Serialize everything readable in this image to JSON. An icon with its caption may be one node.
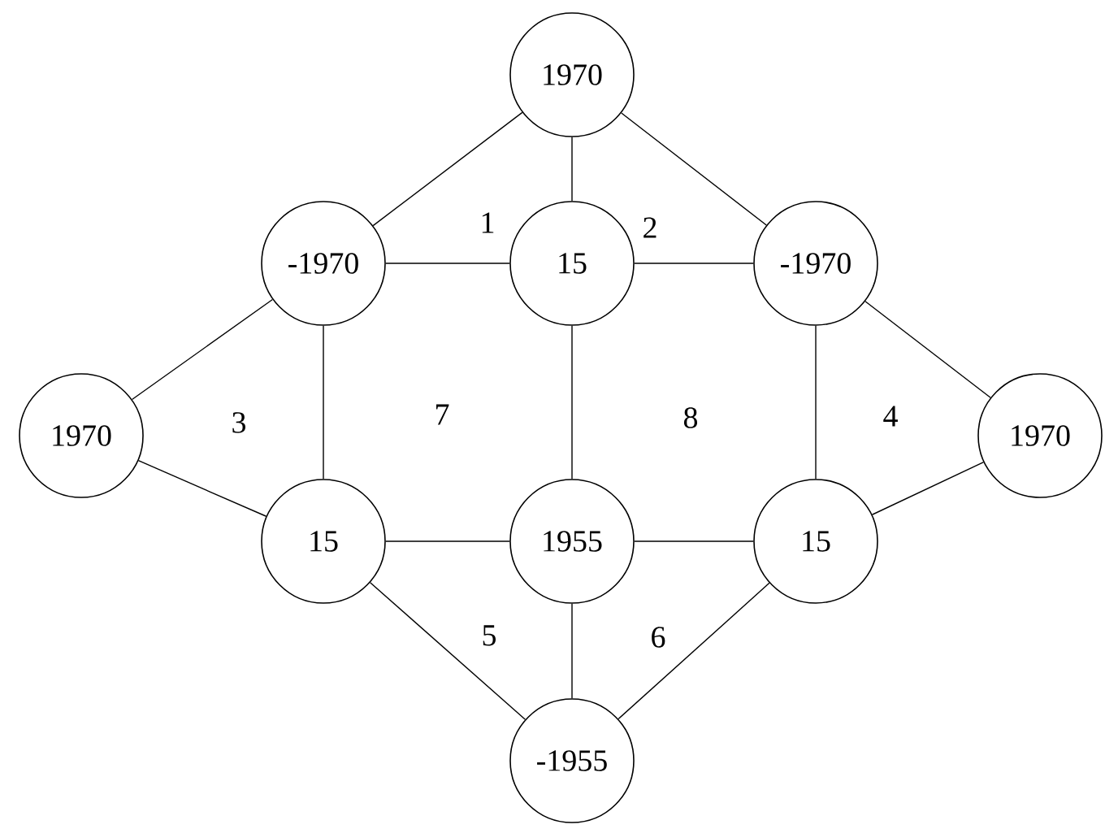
{
  "diagram": {
    "nodes": [
      {
        "text": [
          "1970"
        ]
      },
      {
        "text": [
          "-1970"
        ]
      },
      {
        "text": [
          "15"
        ]
      },
      {
        "text": [
          "-1970"
        ]
      },
      {
        "text": [
          "1970"
        ]
      },
      {
        "text": [
          "1970"
        ]
      },
      {
        "text": [
          "15"
        ]
      },
      {
        "text": [
          "1955"
        ]
      },
      {
        "text": [
          "15"
        ]
      },
      {
        "text": [
          "-1955"
        ]
      }
    ],
    "edges": [
      {
        "from": 0,
        "to": 1,
        "arrow": "none"
      },
      {
        "from": 0,
        "to": 2,
        "arrow": "none"
      },
      {
        "from": 0,
        "to": 3,
        "arrow": "none"
      },
      {
        "from": 1,
        "to": 2,
        "arrow": "none"
      },
      {
        "from": 2,
        "to": 3,
        "arrow": "none"
      },
      {
        "from": 1,
        "to": 4,
        "arrow": "none"
      },
      {
        "from": 1,
        "to": 6,
        "arrow": "none"
      },
      {
        "from": 4,
        "to": 6,
        "arrow": "none"
      },
      {
        "from": 3,
        "to": 5,
        "arrow": "none"
      },
      {
        "from": 3,
        "to": 8,
        "arrow": "none"
      },
      {
        "from": 5,
        "to": 8,
        "arrow": "none"
      },
      {
        "from": 2,
        "to": 7,
        "arrow": "none"
      },
      {
        "from": 6,
        "to": 7,
        "arrow": "none"
      },
      {
        "from": 7,
        "to": 8,
        "arrow": "none"
      },
      {
        "from": 6,
        "to": 9,
        "arrow": "none"
      },
      {
        "from": 7,
        "to": 9,
        "arrow": "none"
      },
      {
        "from": 8,
        "to": 9,
        "arrow": "none"
      }
    ],
    "labels": [
      "1",
      "2",
      "3",
      "7",
      "8",
      "4",
      "5",
      "6"
    ]
  }
}
